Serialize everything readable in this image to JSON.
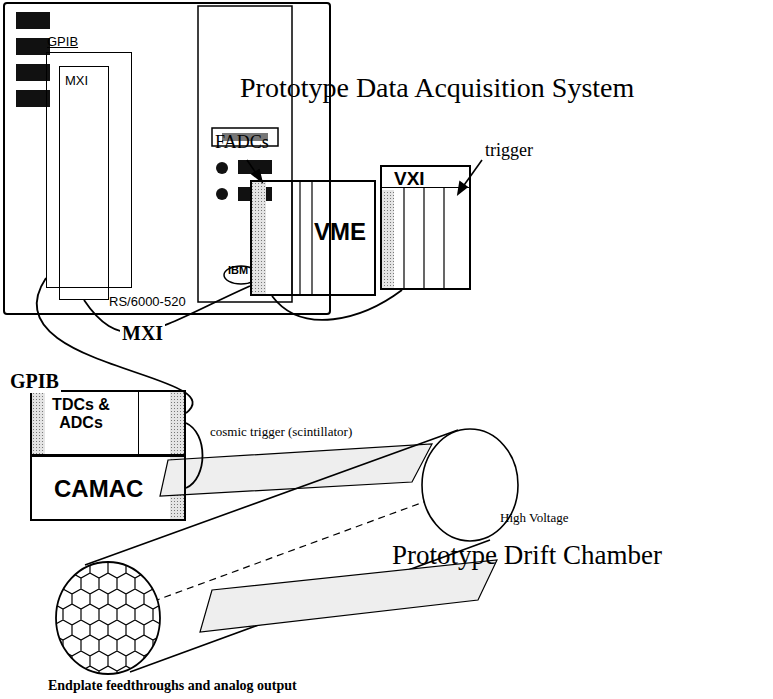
{
  "diagram": {
    "title": "Prototype Data Acquisition System",
    "nodes": [
      {
        "text": [
          "RS/6000-520"
        ]
      },
      {
        "text": [
          "GPIB"
        ],
        "in": 0
      },
      {
        "text": [
          "MXI"
        ],
        "in": 0
      },
      {
        "text": [
          "VME"
        ]
      },
      {
        "text": [
          "VXI"
        ]
      },
      {
        "text": [
          "TDCs & ADCs"
        ]
      },
      {
        "text": [
          "CAMAC"
        ]
      }
    ],
    "edges": [
      {
        "from": 2,
        "to": 3,
        "label": "MXI",
        "arrow": "none"
      },
      {
        "from": 1,
        "to": 5,
        "label": "GPIB",
        "arrow": "none"
      },
      {
        "from": 3,
        "to": 4,
        "arrow": "none"
      },
      {
        "from": 5,
        "to": 6,
        "arrow": "none"
      }
    ],
    "labels": [
      "IBM",
      "FADCs",
      "trigger",
      "cosmic trigger (scintillator)",
      "High Voltage",
      "Prototype Drift Chamber",
      "Endplate feedthroughs and analog output"
    ]
  }
}
